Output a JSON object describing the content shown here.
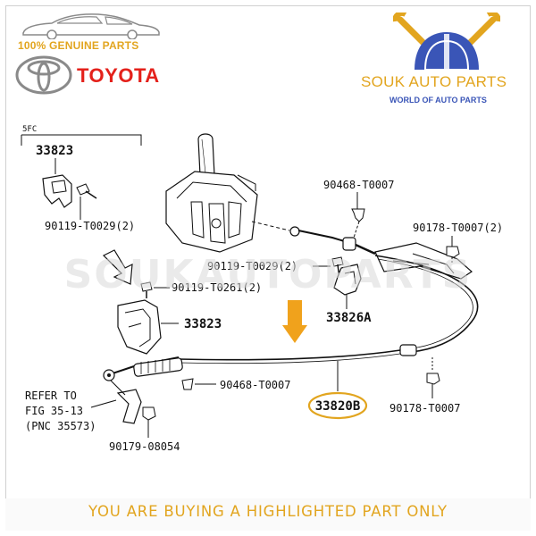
{
  "header": {
    "genuine_text": "100% GENUINE PARTS",
    "toyota_text": "TOYOTA",
    "shop_name": "SOUK AUTO PARTS",
    "shop_tagline": "WORLD OF AUTO PARTS"
  },
  "watermark": "SOUKAUTOPARTS",
  "diagram": {
    "section_label": "5FC",
    "parts": {
      "p33823_top": "33823",
      "p90119_t0029_top": "90119-T0029(2)",
      "p90468_t0007_top": "90468-T0007",
      "p90178_t0007_2": "90178-T0007(2)",
      "p90119_t0029_mid": "90119-T0029(2)",
      "p90119_t0261": "90119-T0261(2)",
      "p33823_mid": "33823",
      "p33826a": "33826A",
      "p90468_t0007_bottom": "90468-T0007",
      "p33820b": "33820B",
      "p90178_t0007": "90178-T0007",
      "p90179_08054": "90179-08054"
    },
    "refer_lines": [
      "REFER TO",
      "FIG 35-13",
      "(PNC 35573)"
    ],
    "highlighted_part": "33820B"
  },
  "footer": {
    "notice": "YOU ARE BUYING A HIGHLIGHTED PART ONLY"
  },
  "colors": {
    "gold": "#e2a51f",
    "toyota_red": "#e4211b",
    "shop_blue": "#3a55b7",
    "arrow_orange": "#f0a21c"
  }
}
